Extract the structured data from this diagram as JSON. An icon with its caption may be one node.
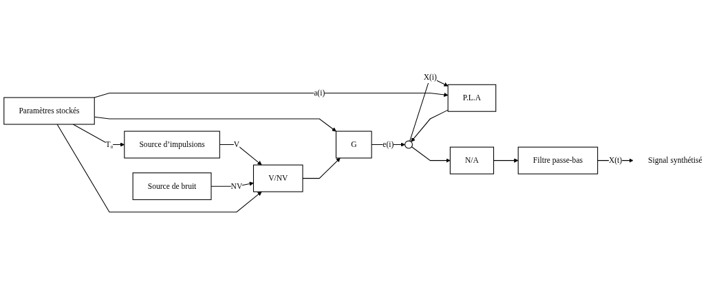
{
  "diagram": {
    "nodes": [
      {
        "text": [
          "Paramètres stockés"
        ]
      },
      {
        "text": [
          "Source d’impulsions"
        ]
      },
      {
        "text": [
          "Source de bruit"
        ]
      },
      {
        "text": [
          "V/NV"
        ]
      },
      {
        "text": [
          "G"
        ]
      },
      {
        "text": [],
        "shape": "circle"
      },
      {
        "text": [
          "P.L.A"
        ]
      },
      {
        "text": [
          "N/A"
        ]
      },
      {
        "text": [
          "Filtre passe-bas"
        ]
      },
      {
        "text": [
          "Signal synthétisé"
        ]
      }
    ],
    "edges": [
      {
        "from": 0,
        "to": 1,
        "arrow": "to",
        "label": "T₀"
      },
      {
        "from": 1,
        "to": 3,
        "arrow": "to",
        "label": "V"
      },
      {
        "from": 2,
        "to": 3,
        "arrow": "to",
        "label": "NV"
      },
      {
        "from": 0,
        "to": 3,
        "arrow": "to"
      },
      {
        "from": 0,
        "to": 4,
        "arrow": "to"
      },
      {
        "from": 3,
        "to": 4,
        "arrow": "to"
      },
      {
        "from": 4,
        "to": 5,
        "arrow": "to",
        "label": "e(i)"
      },
      {
        "from": 6,
        "to": 5,
        "arrow": "to"
      },
      {
        "from": 5,
        "to": 6,
        "arrow": "to",
        "label": "X(i)"
      },
      {
        "from": 0,
        "to": 6,
        "arrow": "to",
        "label": "a(i)"
      },
      {
        "from": 5,
        "to": 7,
        "arrow": "to"
      },
      {
        "from": 7,
        "to": 8,
        "arrow": "to"
      },
      {
        "from": 8,
        "to": 9,
        "arrow": "to",
        "label": "X(t)"
      }
    ]
  }
}
